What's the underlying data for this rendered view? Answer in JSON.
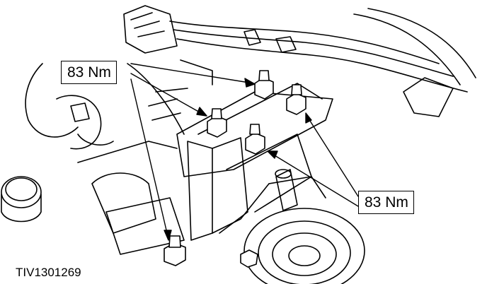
{
  "callouts": [
    {
      "label": "83 Nm"
    },
    {
      "label": "83 Nm"
    }
  ],
  "figure_ref": "TIV1301269",
  "colors": {
    "ink": "#000000",
    "paper": "#ffffff"
  }
}
